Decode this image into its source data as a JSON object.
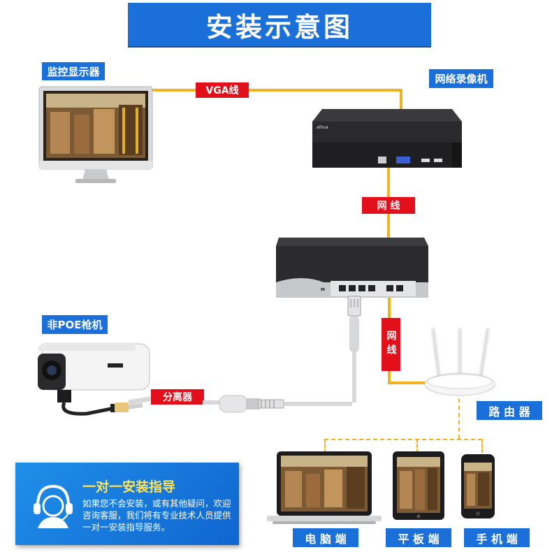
{
  "title": "安装示意图",
  "labels": {
    "monitor": "监控显示器",
    "nvr": "网络录像机",
    "camera": "非POE枪机",
    "router": "路 由 器",
    "pc": "电 脑 端",
    "tablet": "平 板 端",
    "phone": "手 机 端"
  },
  "cables": {
    "vga": "VGA线",
    "network_1": "网 线",
    "network_2": "网线",
    "splitter": "分离器"
  },
  "guide": {
    "title": "一对一安装指导",
    "body": "如果您不会安装，或有其他疑问，欢迎咨询客服，我们将有专业技术人员提供一对一安装指导服务。"
  },
  "colors": {
    "label_blue": "#1a6fd8",
    "cable_red": "#e1101a",
    "line_yellow": "#f2b21c"
  }
}
